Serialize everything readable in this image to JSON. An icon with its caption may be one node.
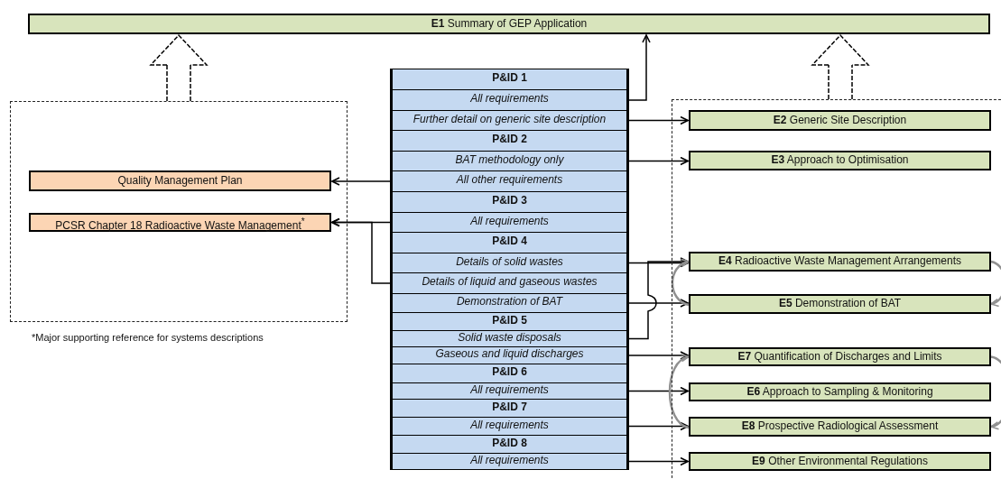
{
  "diagram": {
    "nodes": [
      {
        "text": [
          "**E1** Summary of GEP Application"
        ]
      },
      {
        "text": [],
        "shape": "box"
      },
      {
        "text": [
          "Quality Management Plan"
        ],
        "in": 1
      },
      {
        "text": [
          "PCSR Chapter 18 Radioactive Waste Management$^{*}$"
        ],
        "in": 1
      },
      {
        "text": [],
        "shape": "box"
      },
      {
        "text": [
          "P&ID 1"
        ]
      },
      {
        "text": [
          "All requirements"
        ]
      },
      {
        "text": [
          "Further detail on generic site description"
        ]
      },
      {
        "text": [
          "P&ID 2"
        ]
      },
      {
        "text": [
          "BAT methodology only"
        ]
      },
      {
        "text": [
          "All other requirements"
        ]
      },
      {
        "text": [
          "P&ID 3"
        ]
      },
      {
        "text": [
          "All requirements"
        ]
      },
      {
        "text": [
          "P&ID 4"
        ]
      },
      {
        "text": [
          "Details of solid wastes"
        ]
      },
      {
        "text": [
          "Details of liquid and gaseous wastes"
        ]
      },
      {
        "text": [
          "Demonstration of BAT"
        ]
      },
      {
        "text": [
          "P&ID 5"
        ]
      },
      {
        "text": [
          "Solid waste disposals"
        ]
      },
      {
        "text": [
          "Gaseous and liquid discharges"
        ]
      },
      {
        "text": [
          "P&ID 6"
        ]
      },
      {
        "text": [
          "All requirements"
        ]
      },
      {
        "text": [
          "P&ID 7"
        ]
      },
      {
        "text": [
          "All requirements"
        ]
      },
      {
        "text": [
          "P&ID 8"
        ]
      },
      {
        "text": [
          "All requirements"
        ]
      },
      {
        "text": [
          "**E2** Generic Site Description"
        ],
        "in": 4
      },
      {
        "text": [
          "**E3** Approach to Optimisation"
        ],
        "in": 4
      },
      {
        "text": [
          "**E4** Radioactive Waste Management Arrangements"
        ],
        "in": 4
      },
      {
        "text": [
          "**E5** Demonstration of BAT"
        ],
        "in": 4
      },
      {
        "text": [
          "**E7** Quantification of Discharges and Limits"
        ],
        "in": 4
      },
      {
        "text": [
          "**E6** Approach to Sampling & Monitoring"
        ],
        "in": 4
      },
      {
        "text": [
          "**E8** Prospective Radiological Assessment"
        ],
        "in": 4
      },
      {
        "text": [
          "**E9** Other Environmental Regulations"
        ],
        "in": 4
      }
    ],
    "edges": [
      {
        "from": 1,
        "to": 0,
        "arrow": "to",
        "style": "dashed"
      },
      {
        "from": 4,
        "to": 0,
        "arrow": "to",
        "style": "dashed"
      },
      {
        "from": 6,
        "to": 0,
        "arrow": "to"
      },
      {
        "from": 7,
        "to": 26,
        "arrow": "to"
      },
      {
        "from": 9,
        "to": 27,
        "arrow": "to"
      },
      {
        "from": 10,
        "to": 2,
        "arrow": "to"
      },
      {
        "from": 12,
        "to": 3,
        "arrow": "to"
      },
      {
        "from": 15,
        "to": 3,
        "arrow": "to"
      },
      {
        "from": 14,
        "to": 28,
        "arrow": "to"
      },
      {
        "from": 18,
        "to": 28,
        "arrow": "to"
      },
      {
        "from": 16,
        "to": 29,
        "arrow": "to"
      },
      {
        "from": 19,
        "to": 30,
        "arrow": "to"
      },
      {
        "from": 21,
        "to": 31,
        "arrow": "to"
      },
      {
        "from": 23,
        "to": 32,
        "arrow": "to"
      },
      {
        "from": 25,
        "to": 33,
        "arrow": "to"
      },
      {
        "from": 29,
        "to": 28,
        "arrow": "to",
        "color": "#909090"
      },
      {
        "from": 28,
        "to": 29,
        "arrow": "to",
        "color": "#909090"
      },
      {
        "from": 32,
        "to": 30,
        "arrow": "to",
        "color": "#909090"
      },
      {
        "from": 30,
        "to": 32,
        "arrow": "to",
        "color": "#909090"
      }
    ],
    "labels": [
      "*Major supporting reference for systems descriptions"
    ]
  }
}
